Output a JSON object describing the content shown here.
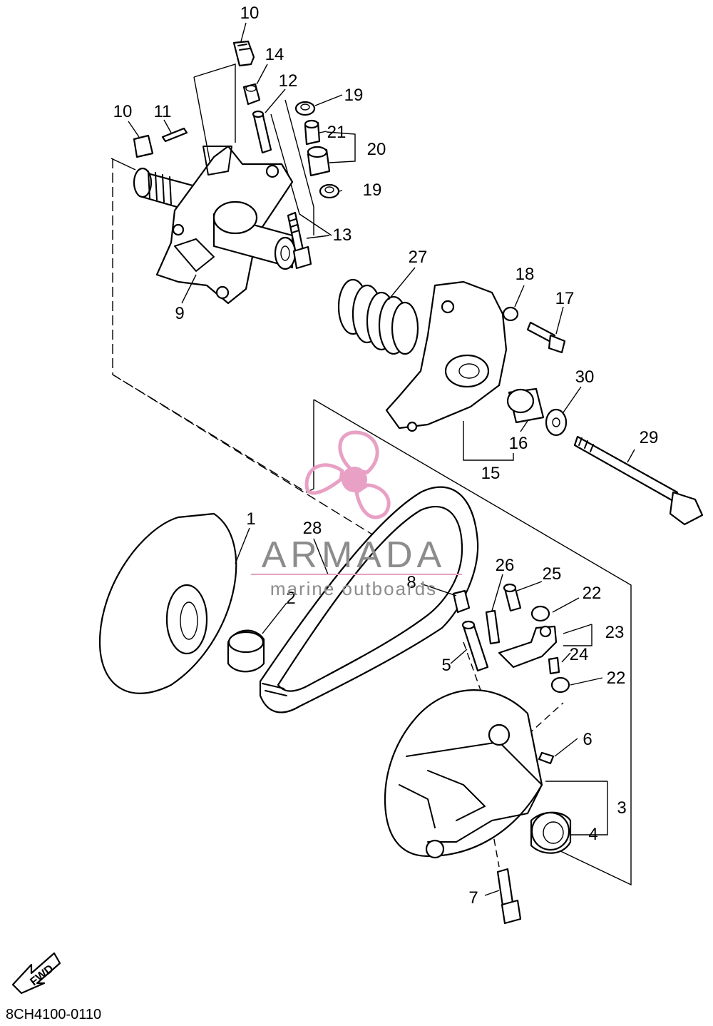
{
  "callouts": [
    {
      "id": "p10a",
      "text": "10"
    },
    {
      "id": "p14",
      "text": "14"
    },
    {
      "id": "p12",
      "text": "12"
    },
    {
      "id": "p19a",
      "text": "19"
    },
    {
      "id": "p10b",
      "text": "10"
    },
    {
      "id": "p11",
      "text": "11"
    },
    {
      "id": "p21",
      "text": "21"
    },
    {
      "id": "p20",
      "text": "20"
    },
    {
      "id": "p19b",
      "text": "19"
    },
    {
      "id": "p13",
      "text": "13"
    },
    {
      "id": "p27",
      "text": "27"
    },
    {
      "id": "p18",
      "text": "18"
    },
    {
      "id": "p17",
      "text": "17"
    },
    {
      "id": "p9",
      "text": "9"
    },
    {
      "id": "p30",
      "text": "30"
    },
    {
      "id": "p16",
      "text": "16"
    },
    {
      "id": "p29",
      "text": "29"
    },
    {
      "id": "p15",
      "text": "15"
    },
    {
      "id": "p1",
      "text": "1"
    },
    {
      "id": "p28",
      "text": "28"
    },
    {
      "id": "p26",
      "text": "26"
    },
    {
      "id": "p25",
      "text": "25"
    },
    {
      "id": "p8",
      "text": "8"
    },
    {
      "id": "p22a",
      "text": "22"
    },
    {
      "id": "p2",
      "text": "2"
    },
    {
      "id": "p23",
      "text": "23"
    },
    {
      "id": "p24",
      "text": "24"
    },
    {
      "id": "p5",
      "text": "5"
    },
    {
      "id": "p22b",
      "text": "22"
    },
    {
      "id": "p6",
      "text": "6"
    },
    {
      "id": "p3",
      "text": "3"
    },
    {
      "id": "p4",
      "text": "4"
    },
    {
      "id": "p7",
      "text": "7"
    }
  ],
  "watermark": {
    "brand": "ARMADA",
    "tagline": "marine outboards",
    "color": "#e8a0c4",
    "brand_color": "#8c8c8c"
  },
  "fwd_label": "FWD",
  "diagram_code": "8CH4100-0110"
}
